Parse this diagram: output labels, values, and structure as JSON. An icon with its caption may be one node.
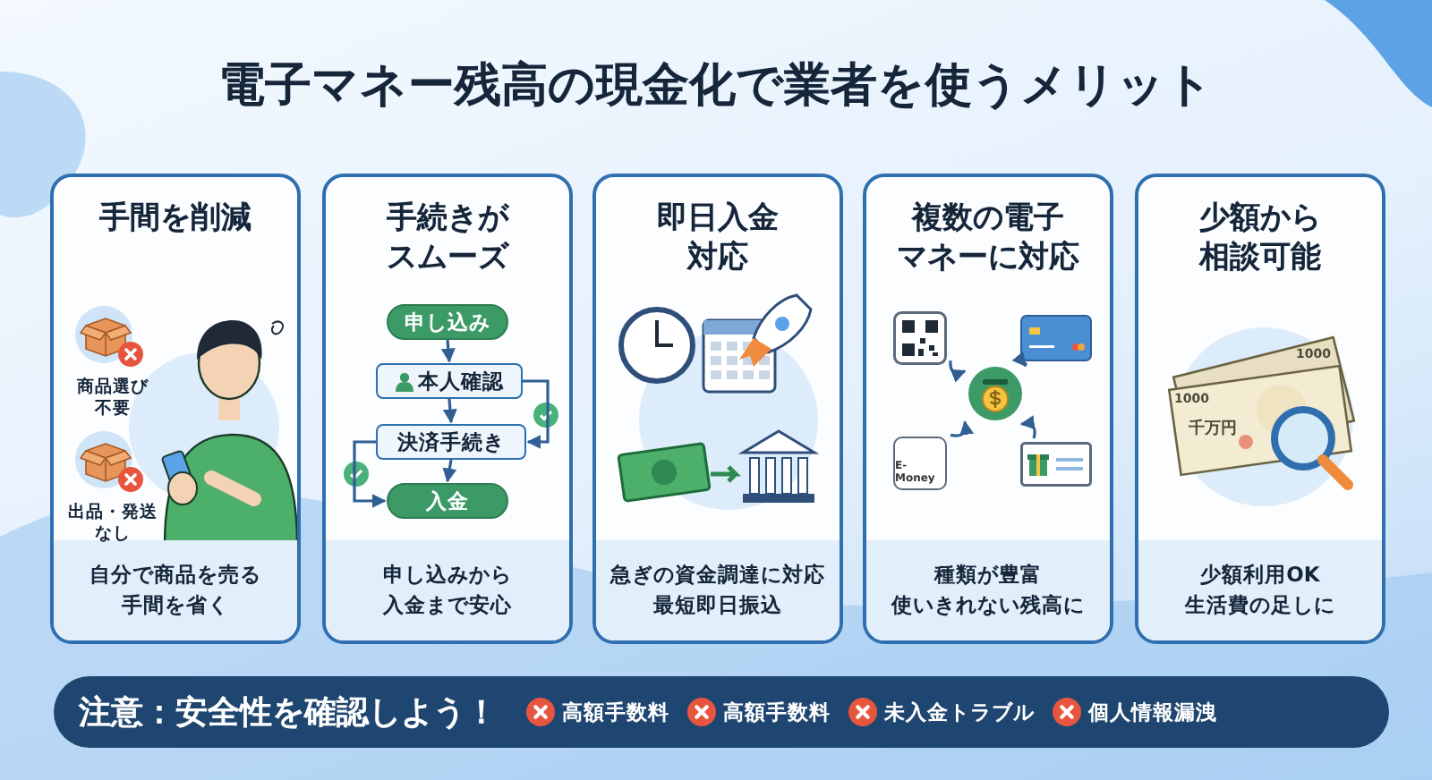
{
  "diagram": {
    "title": "電子マネー残高の現金化で業者を使うメリット",
    "nodes": [
      {
        "text": [
          "手間を削減",
          "自分で商品を売る手間を省く"
        ]
      },
      {
        "text": [
          "手続きがスムーズ",
          "申し込みから入金まで安心"
        ]
      },
      {
        "text": [
          "申し込み"
        ],
        "in": 1
      },
      {
        "text": [
          "本人確認"
        ],
        "in": 1
      },
      {
        "text": [
          "決済手続き"
        ],
        "in": 1
      },
      {
        "text": [
          "入金"
        ],
        "in": 1
      },
      {
        "text": [
          "即日入金対応",
          "急ぎの資金調達に対応最短即日振込"
        ]
      },
      {
        "text": [
          "複数の電子マネーに対応",
          "種類が豊富使いきれない残高に"
        ]
      },
      {
        "text": [],
        "shape": "picture",
        "in": 7
      },
      {
        "text": [],
        "shape": "picture",
        "in": 7
      },
      {
        "text": [],
        "shape": "picture",
        "in": 7
      },
      {
        "text": [
          "E-Money"
        ],
        "in": 7
      },
      {
        "text": [],
        "shape": "picture",
        "in": 7
      },
      {
        "text": [
          "少額から相談可能",
          "少額利用OK生活費の足しに"
        ]
      },
      {
        "text": [
          "注意：安全性を確認しよう！"
        ]
      }
    ],
    "edges": [
      {
        "from": 2,
        "to": 3,
        "arrow": "to"
      },
      {
        "from": 3,
        "to": 4,
        "arrow": "to"
      },
      {
        "from": 4,
        "to": 5,
        "arrow": "to"
      },
      {
        "from": 3,
        "to": 4,
        "arrow": "to"
      },
      {
        "from": 4,
        "to": 5,
        "arrow": "to"
      },
      {
        "from": 8,
        "to": 10,
        "arrow": "to"
      },
      {
        "from": 9,
        "to": 10,
        "arrow": "to"
      },
      {
        "from": 11,
        "to": 10,
        "arrow": "to"
      },
      {
        "from": 12,
        "to": 10,
        "arrow": "to"
      }
    ],
    "labels": [
      "商品選び不要",
      "出品・発送なし",
      "1000",
      "1000",
      "千万円",
      "高額手数料",
      "高額手数料",
      "未入金トラブル",
      "個人情報漏洩"
    ]
  }
}
